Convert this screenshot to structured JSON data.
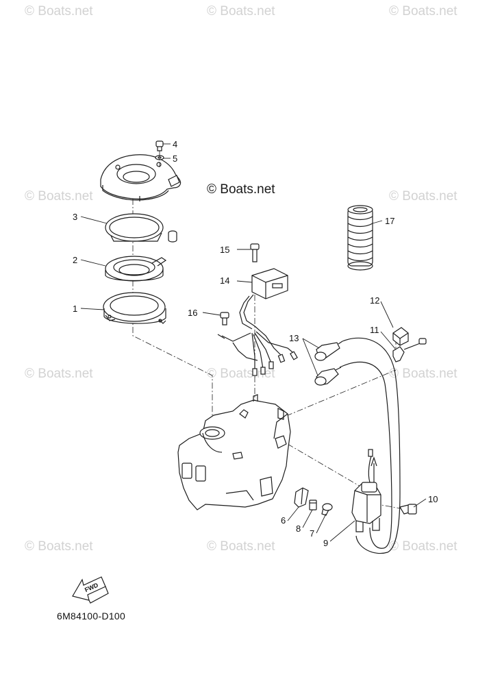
{
  "watermark": {
    "text": "© Boats.net",
    "center_text": "© Boats.net"
  },
  "diagram": {
    "code": "6M84100-D100",
    "fwd_label": "FWD",
    "callouts": [
      "1",
      "2",
      "3",
      "4",
      "5",
      "6",
      "7",
      "8",
      "9",
      "10",
      "11",
      "12",
      "13",
      "14",
      "15",
      "16",
      "17"
    ]
  },
  "colors": {
    "line": "#1c1c1c",
    "watermark": "#d2d2d2",
    "background": "#ffffff"
  }
}
